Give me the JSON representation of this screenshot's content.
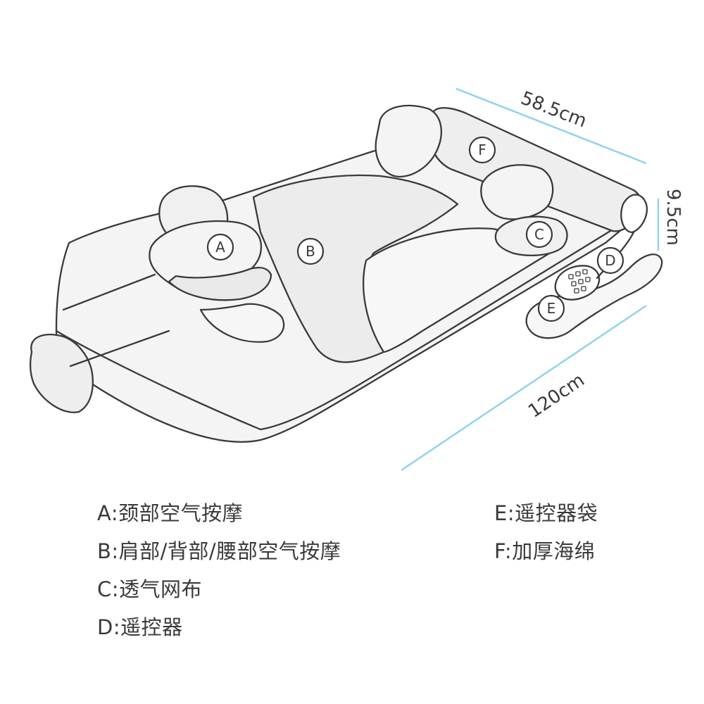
{
  "dimensions": {
    "width_label": "58.5cm",
    "thickness_label": "9.5cm",
    "length_label": "120cm",
    "line_color": "#8fd3ee"
  },
  "callouts": {
    "A": "A",
    "B": "B",
    "C": "C",
    "D": "D",
    "E": "E",
    "F": "F"
  },
  "legend": {
    "left": [
      "A:颈部空气按摩",
      "B:肩部/背部/腰部空气按摩",
      "C:透气网布",
      "D:遥控器"
    ],
    "right": [
      "E:遥控器袋",
      "F:加厚海绵"
    ]
  },
  "colors": {
    "outline": "#3a3a3a",
    "fill_light": "#f4f4f4",
    "fill_mid": "#ececec",
    "background": "#ffffff"
  }
}
